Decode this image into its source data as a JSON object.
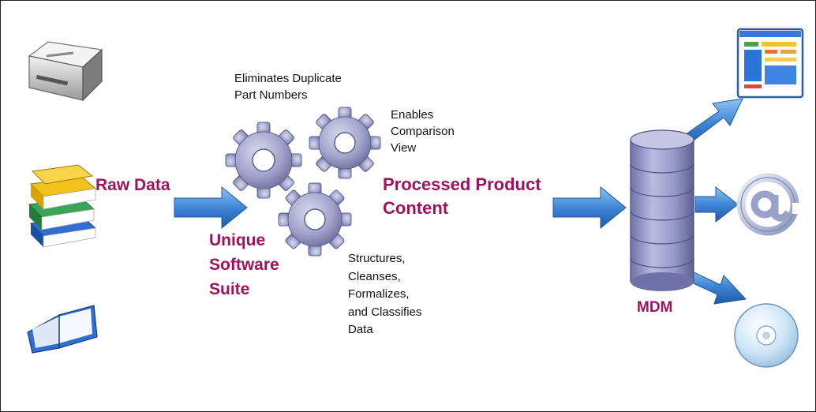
{
  "labels": {
    "raw_data": "Raw Data",
    "software_suite": [
      "Unique",
      "Software",
      "Suite"
    ],
    "processed_content": [
      "Processed Product",
      "Content"
    ],
    "mdm": "MDM"
  },
  "notes": {
    "duplicates": [
      "Eliminates Duplicate",
      "Part Numbers"
    ],
    "comparison": [
      "Enables",
      "Comparison",
      "View"
    ],
    "structures": [
      "Structures,",
      "Cleanses,",
      "Formalizes,",
      "and Classifies",
      "Data"
    ]
  },
  "icons": {
    "sources": [
      "drive-icon",
      "books-icon",
      "open-book-icon"
    ],
    "processors": [
      "gear-icon",
      "gear-icon",
      "gear-icon"
    ],
    "outputs": [
      "catalog-window-icon",
      "at-sign-icon",
      "cd-disc-icon"
    ]
  },
  "colors": {
    "label": "#a0125c",
    "arrow": "#3f86d6",
    "gear": "#9ea1c8",
    "database": "#8f92c2"
  }
}
